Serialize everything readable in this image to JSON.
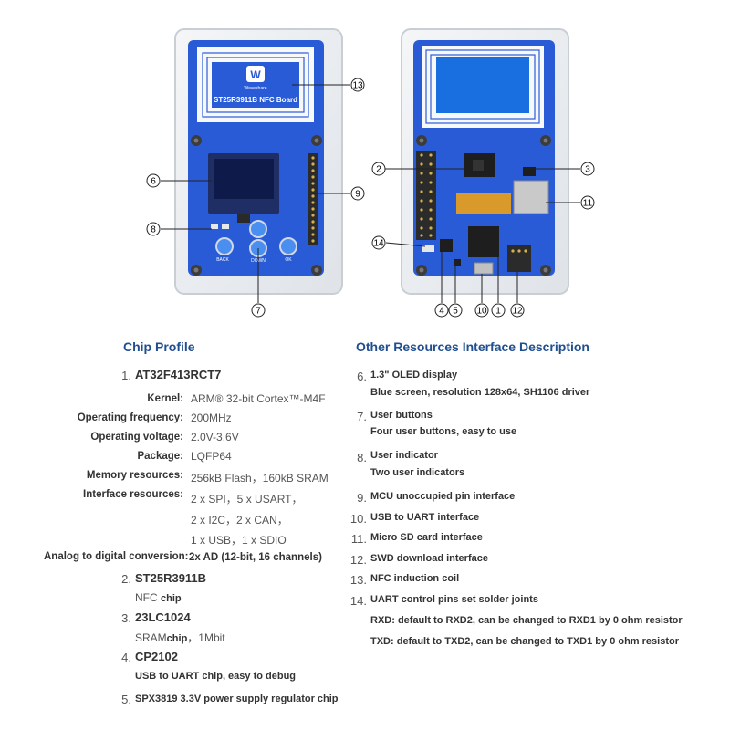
{
  "board": {
    "front_silk": "ST25R3911B NFC Board",
    "logo_text": "Waveshare",
    "btn_back": "BACK",
    "btn_down": "DOWN",
    "btn_ok": "OK",
    "callouts": [
      "13",
      "6",
      "9",
      "8",
      "7",
      "2",
      "3",
      "11",
      "14",
      "4",
      "5",
      "10",
      "1",
      "12"
    ]
  },
  "chip_profile": {
    "title": "Chip Profile",
    "item1_num": "1.",
    "item1_name": "AT32F413RCT7",
    "specs": [
      {
        "label": "Kernel:",
        "value": "ARM® 32-bit Cortex™-M4F"
      },
      {
        "label": "Operating frequency:",
        "value": "200MHz"
      },
      {
        "label": "Operating voltage:",
        "value": "2.0V-3.6V"
      },
      {
        "label": "Package:",
        "value": "LQFP64"
      },
      {
        "label": "Memory resources:",
        "value": "256kB Flash，160kB SRAM"
      },
      {
        "label": "Interface resources:",
        "value": "2 x SPI，5 x USART，"
      }
    ],
    "iface_line2": "2 x I2C，2 x CAN，",
    "iface_line3": "1 x USB，1 x SDIO",
    "adc_label": "Analog to digital conversion:",
    "adc_value": "2x AD (12-bit, 16 channels)",
    "item2_num": "2.",
    "item2_name": "ST25R3911B",
    "item2_desc_a": "NFC",
    "item2_desc_b": "chip",
    "item3_num": "3.",
    "item3_name": "23LC1024",
    "item3_desc_a": "SRAM",
    "item3_desc_b": "chip",
    "item3_desc_c": "，1Mbit",
    "item4_num": "4.",
    "item4_name": "CP2102",
    "item4_desc": "USB to UART chip, easy to debug",
    "item5_num": "5.",
    "item5_desc": "SPX3819 3.3V power supply regulator chip"
  },
  "other": {
    "title": "Other Resources Interface Description",
    "items": [
      {
        "num": "6.",
        "title": "1.3\" OLED display",
        "desc": "Blue screen, resolution 128x64, SH1106 driver"
      },
      {
        "num": "7.",
        "title": "User buttons",
        "desc": "Four user buttons, easy to use"
      },
      {
        "num": "8.",
        "title": "User indicator",
        "desc": "Two user indicators"
      },
      {
        "num": "9.",
        "title": "MCU unoccupied pin interface"
      },
      {
        "num": "10.",
        "title": "USB to UART interface"
      },
      {
        "num": "11.",
        "title": "Micro SD card interface"
      },
      {
        "num": "12.",
        "title": "SWD download interface"
      },
      {
        "num": "13.",
        "title": "NFC induction coil"
      },
      {
        "num": "14.",
        "title": "UART control pins set solder joints"
      }
    ],
    "rxd": "RXD: default to RXD2, can be changed to RXD1 by 0 ohm resistor",
    "txd": "TXD: default to TXD2, can be changed to TXD1 by 0 ohm resistor"
  },
  "colors": {
    "pcb": "#2a5bd7",
    "title": "#1f4f8f",
    "oled_front": "#0d1a4a",
    "oled_back": "#1a6fe0"
  }
}
